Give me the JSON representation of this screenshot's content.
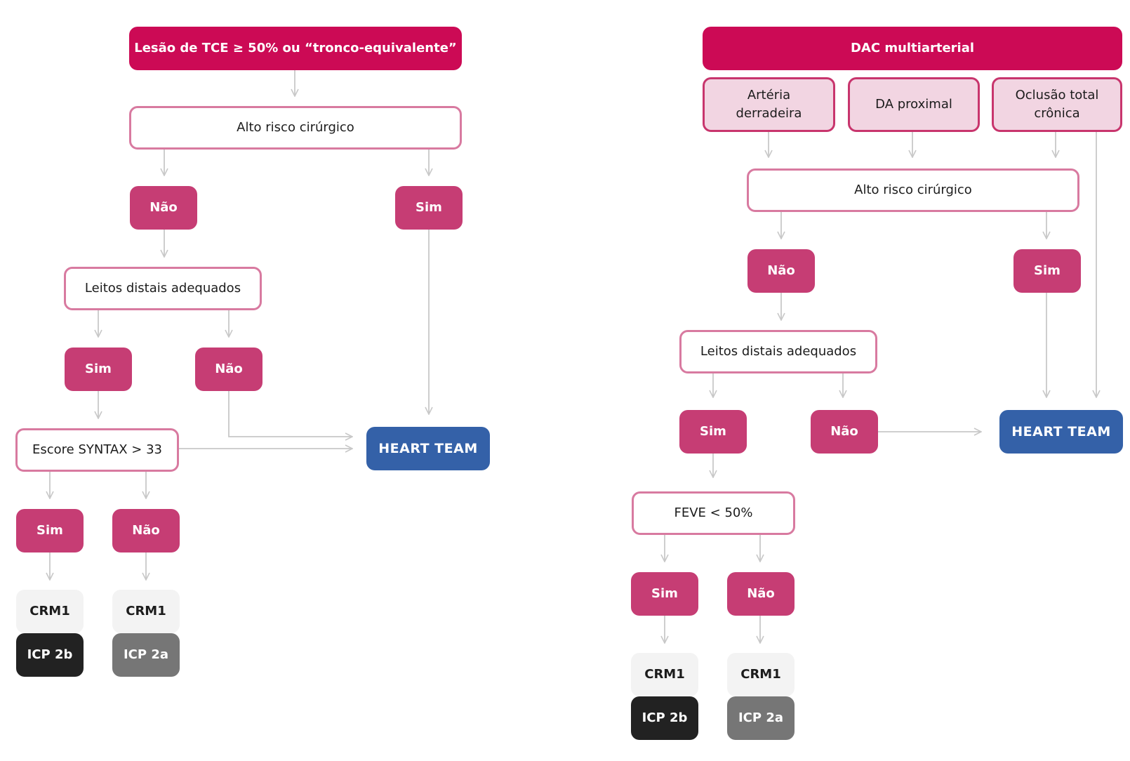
{
  "left": {
    "title": "Lesão de TCE ≥ 50% ou “tronco-equivalente”",
    "alto_risco": "Alto risco cirúrgico",
    "nao_1": "Não",
    "sim_1": "Sim",
    "leitos": "Leitos distais adequados",
    "sim_2": "Sim",
    "nao_2": "Não",
    "syntax": "Escore SYNTAX > 33",
    "heart_team": "HEART TEAM",
    "sim_3": "Sim",
    "nao_3": "Não",
    "crm_a": "CRM1",
    "icp_a": "ICP 2b",
    "crm_b": "CRM1",
    "icp_b": "ICP 2a"
  },
  "right": {
    "title": "DAC multiarterial",
    "cat_1": "Artéria\nderradeira",
    "cat_2": "DA proximal",
    "cat_3": "Oclusão total\ncrônica",
    "alto_risco": "Alto risco cirúrgico",
    "nao_1": "Não",
    "sim_1": "Sim",
    "leitos": "Leitos distais adequados",
    "sim_2": "Sim",
    "nao_2": "Não",
    "heart_team": "HEART TEAM",
    "feve": "FEVE < 50%",
    "sim_3": "Sim",
    "nao_3": "Não",
    "crm_a": "CRM1",
    "icp_a": "ICP 2b",
    "crm_b": "CRM1",
    "icp_b": "ICP 2a"
  },
  "colors": {
    "title_fill": "#cc0a55",
    "decision_fill": "#c63d74",
    "outline_border": "#d87aa0",
    "category_fill": "#f2d5e2",
    "heart_team_fill": "#3461a8",
    "connector": "#c8c8c8"
  }
}
